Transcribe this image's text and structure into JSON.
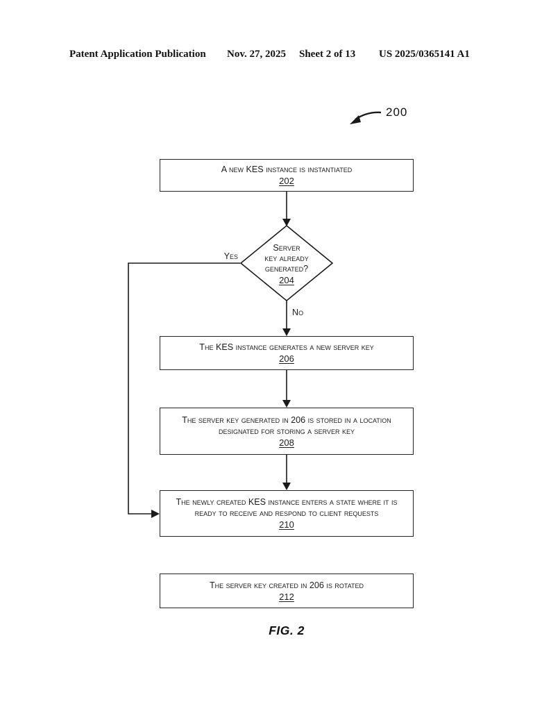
{
  "header": {
    "left": "Patent Application Publication",
    "date": "Nov. 27, 2025",
    "sheet": "Sheet 2 of 13",
    "patent_number": "US 2025/0365141 A1"
  },
  "figure": {
    "ref_label": "200",
    "caption": "FIG. 2"
  },
  "flowchart": {
    "line_color": "#1a1a1a",
    "nodes": [
      {
        "id": "202",
        "type": "process",
        "text": "A new KES instance is instantiated",
        "num": "202"
      },
      {
        "id": "204",
        "type": "decision",
        "lines": [
          "Server",
          "key already",
          "generated?"
        ],
        "num": "204"
      },
      {
        "id": "206",
        "type": "process",
        "text": "The KES instance generates a new server key",
        "num": "206"
      },
      {
        "id": "208",
        "type": "process",
        "text": "The server key generated in 206 is stored in a location designated for storing a server key",
        "num": "208"
      },
      {
        "id": "210",
        "type": "process",
        "text": "The newly created KES instance enters a state where it is ready to receive and respond to client requests",
        "num": "210"
      },
      {
        "id": "212",
        "type": "process",
        "text": "The server key created in 206 is rotated",
        "num": "212"
      }
    ],
    "branch_labels": {
      "yes": "Yes",
      "no": "No"
    }
  }
}
